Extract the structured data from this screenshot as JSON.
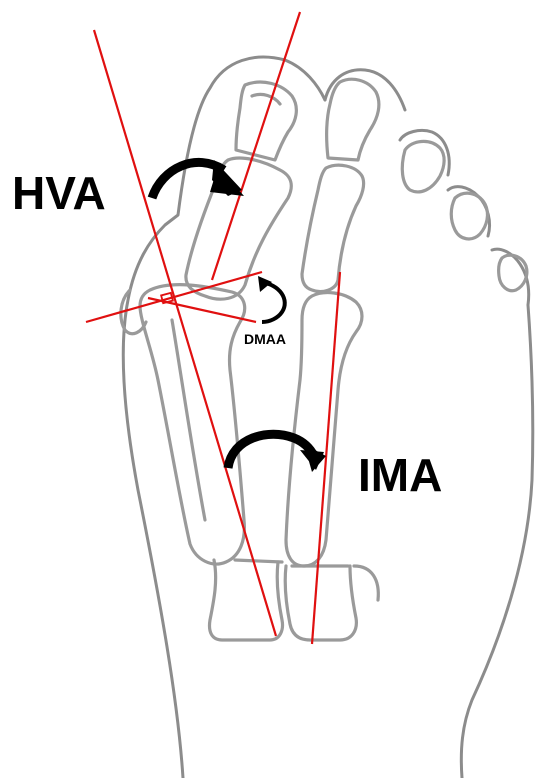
{
  "labels": {
    "hva": "HVA",
    "dmaa": "DMAA",
    "ima": "IMA"
  },
  "colors": {
    "axis_line": "#e01010",
    "bone_outline": "#9a9a9a",
    "arrow": "#000000",
    "background": "#ffffff"
  }
}
